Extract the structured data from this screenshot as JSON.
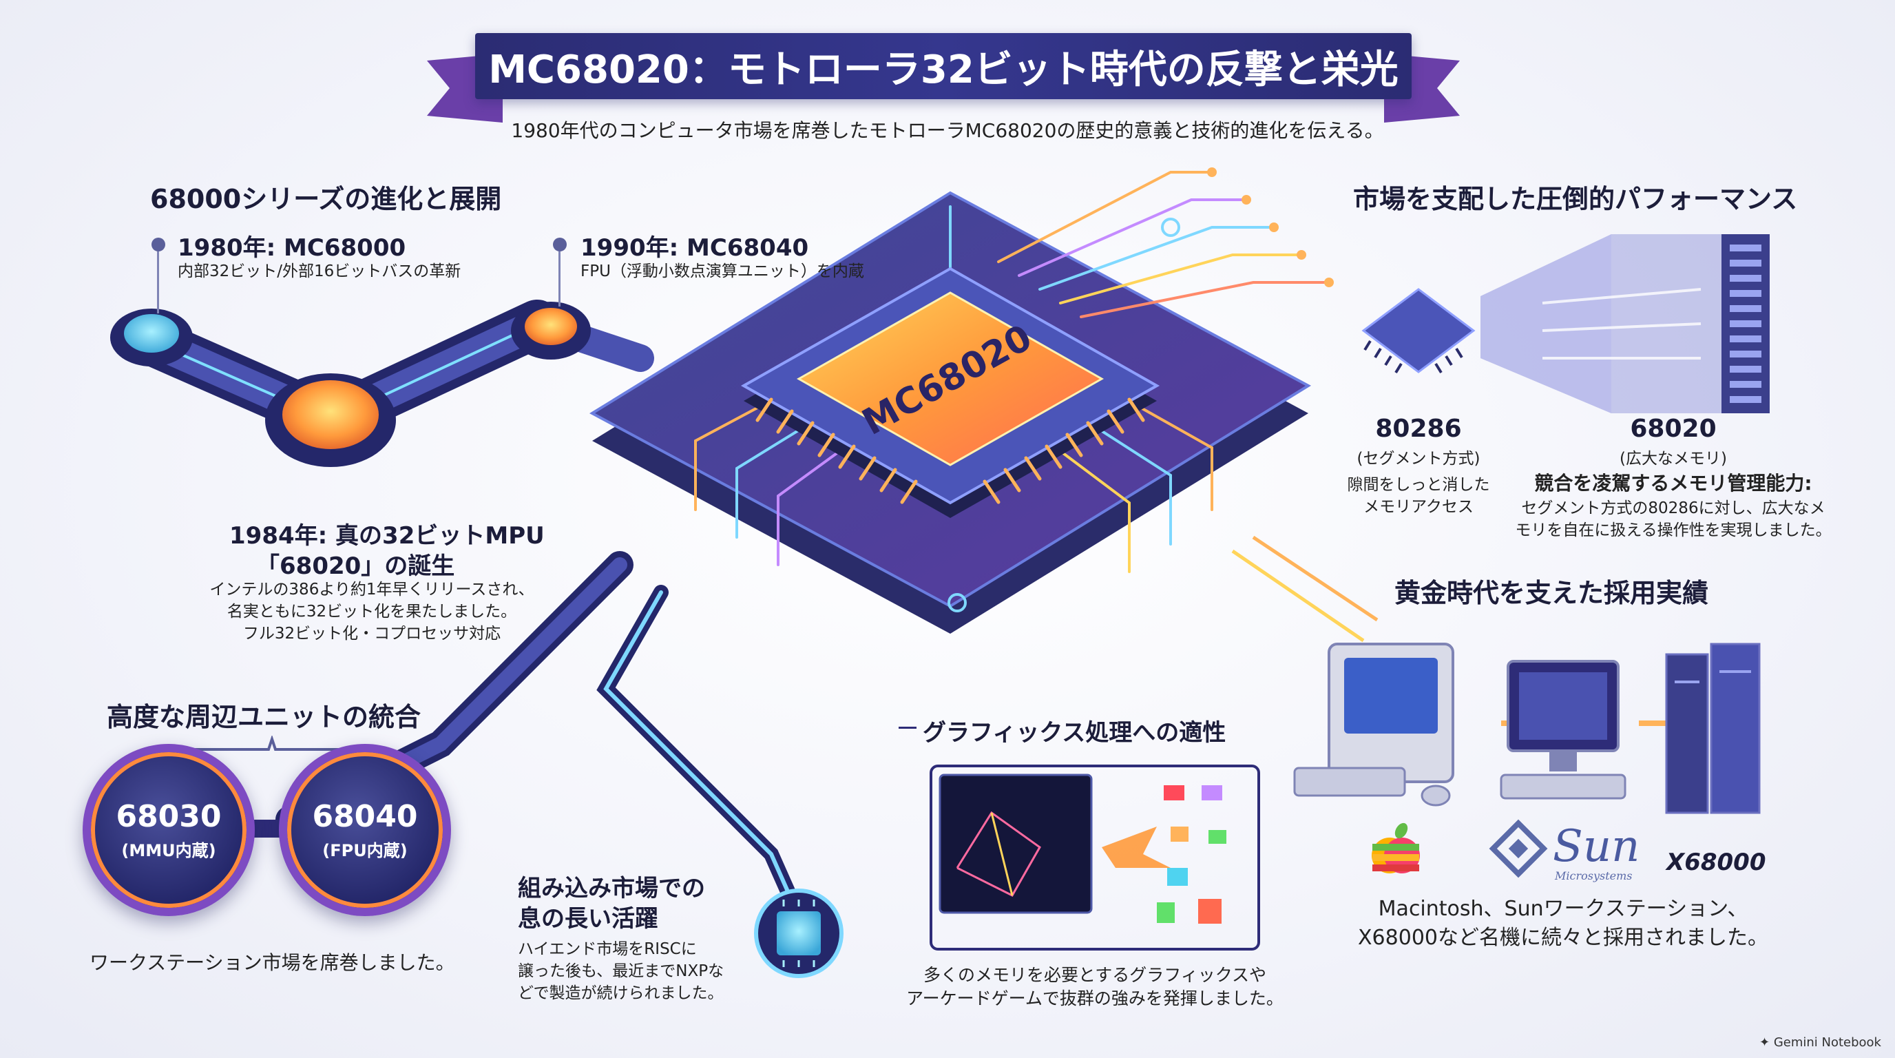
{
  "title": "MC68020：モトローラ32ビット時代の反撃と栄光",
  "subtitle": "1980年代のコンピュータ市場を席巻したモトローラMC68020の歴史的意義と技術的進化を伝える。",
  "chip_label": "MC68020",
  "evolution": {
    "heading": "68000シリーズの進化と展開",
    "m1980": {
      "title": "1980年: MC68000",
      "desc": "内部32ビット/外部16ビットバスの革新"
    },
    "m1990": {
      "title": "1990年: MC68040",
      "desc": "FPU（浮動小数点演算ユニット）を内蔵"
    },
    "m1984": {
      "title1": "1984年: 真の32ビットMPU",
      "title2": "「68020」の誕生",
      "desc1": "インテルの386より約1年早くリリースされ、",
      "desc2": "名実ともに32ビット化を果たしました。",
      "desc3": "フル32ビット化・コプロセッサ対応"
    }
  },
  "peripherals": {
    "heading": "高度な周辺ユニットの統合",
    "u68030": {
      "name": "68030",
      "sub": "(MMU内蔵)"
    },
    "u68040": {
      "name": "68040",
      "sub": "(FPU内蔵)"
    },
    "desc": "ワークステーション市場を席巻しました。"
  },
  "embedded": {
    "heading1": "組み込み市場での",
    "heading2": "息の長い活躍",
    "desc1": "ハイエンド市場をRISCに",
    "desc2": "譲った後も、最近までNXPな",
    "desc3": "どで製造が続けられました。"
  },
  "graphics": {
    "heading": "グラフィックス処理への適性",
    "desc1": "多くのメモリを必要とするグラフィックスや",
    "desc2": "アーケードゲームで抜群の強みを発揮しました。"
  },
  "performance": {
    "heading": "市場を支配した圧倒的パフォーマンス",
    "c80286": {
      "name": "80286",
      "sub": "(セグメント方式)",
      "desc1": "隙間をしっと消した",
      "desc2": "メモリアクセス"
    },
    "c68020": {
      "name": "68020",
      "sub": "(広大なメモリ)",
      "desc_title": "競合を凌駕するメモリ管理能力:",
      "desc1": "セグメント方式の80286に対し、広大なメ",
      "desc2": "モリを自在に扱える操作性を実現しました。"
    }
  },
  "adoption": {
    "heading": "黄金時代を支えた採用実績",
    "sun_logo": "Sun",
    "sun_sub": "Microsystems",
    "x68000_logo": "X68000",
    "desc1": "Macintosh、Sunワークステーション、",
    "desc2": "X68000など名機に続々と採用されました。"
  },
  "footer": "Gemini Notebook",
  "colors": {
    "navy": "#2b2c73",
    "purple": "#6a3fa8",
    "orange": "#ff8a3d",
    "cyan": "#4fd3f0"
  }
}
